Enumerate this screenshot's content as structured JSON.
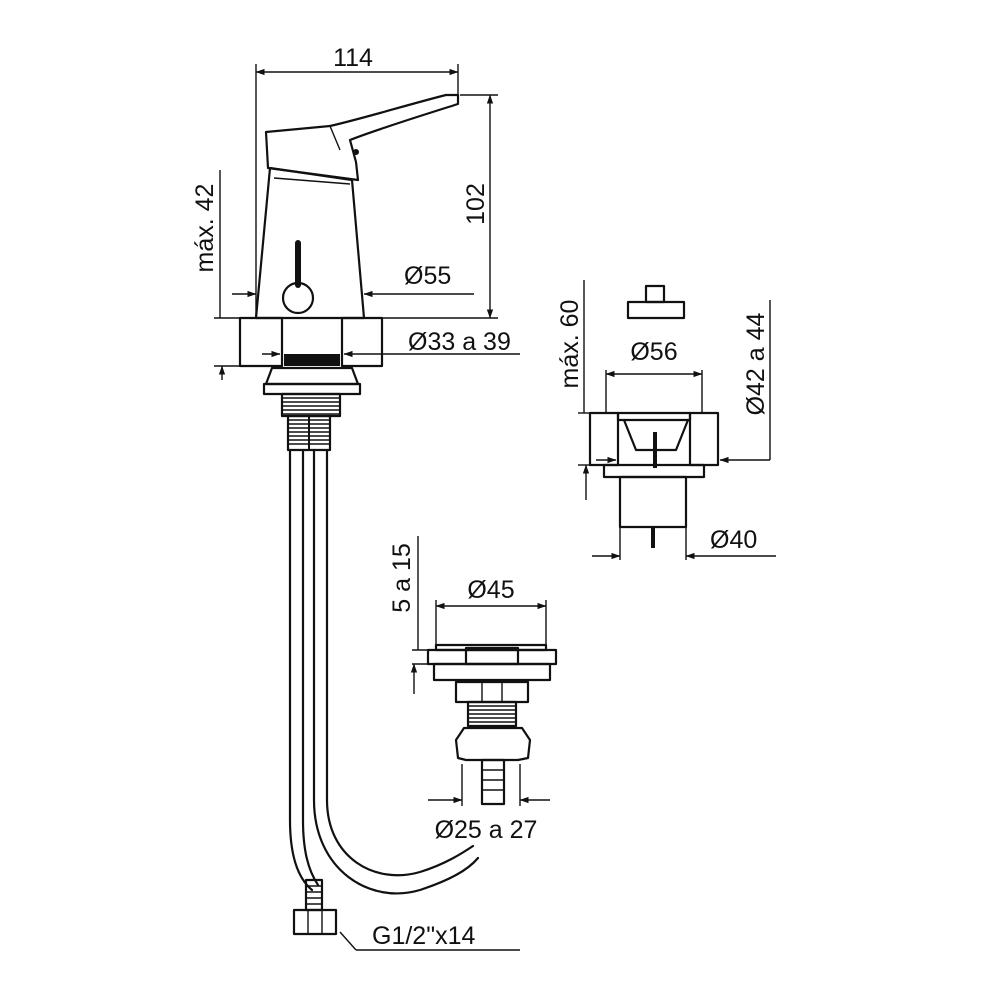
{
  "dimensions": {
    "width_114": "114",
    "height_102": "102",
    "deck_max_42": "máx. 42",
    "body_d55": "Ø55",
    "hole_33_39": "Ø33 a 39",
    "drain_max_60": "máx. 60",
    "drain_d56": "Ø56",
    "drain_42_44": "Ø42 a 44",
    "drain_d40": "Ø40",
    "valve_5_15": "5 a 15",
    "valve_d45": "Ø45",
    "valve_25_27": "Ø25 a 27",
    "thread_g12": "G1/2\"x14"
  }
}
